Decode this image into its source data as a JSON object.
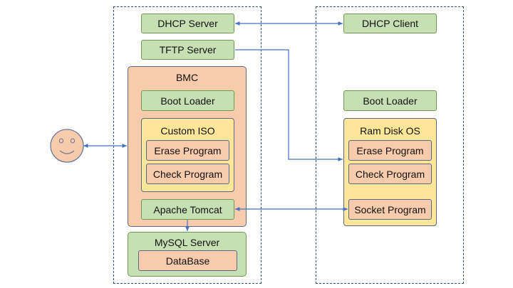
{
  "nodes": {
    "dhcp_server": "DHCP Server",
    "tftp_server": "TFTP Server",
    "bmc": "BMC",
    "bmc_boot_loader": "Boot Loader",
    "custom_iso": "Custom ISO",
    "bmc_erase_program": "Erase Program",
    "bmc_check_program": "Check Program",
    "apache_tomcat": "Apache Tomcat",
    "mysql_server": "MySQL Server",
    "database": "DataBase",
    "dhcp_client": "DHCP Client",
    "client_boot_loader": "Boot Loader",
    "ram_disk_os": "Ram Disk OS",
    "client_erase_program": "Erase Program",
    "client_check_program": "Check Program",
    "socket_program": "Socket Program"
  },
  "colors": {
    "green_fill": "#c6e0b4",
    "orange_fill": "#f8cbad",
    "yellow_fill": "#ffe699",
    "arrow": "#4472c4"
  },
  "icons": {
    "user": "smiley-face-icon"
  }
}
